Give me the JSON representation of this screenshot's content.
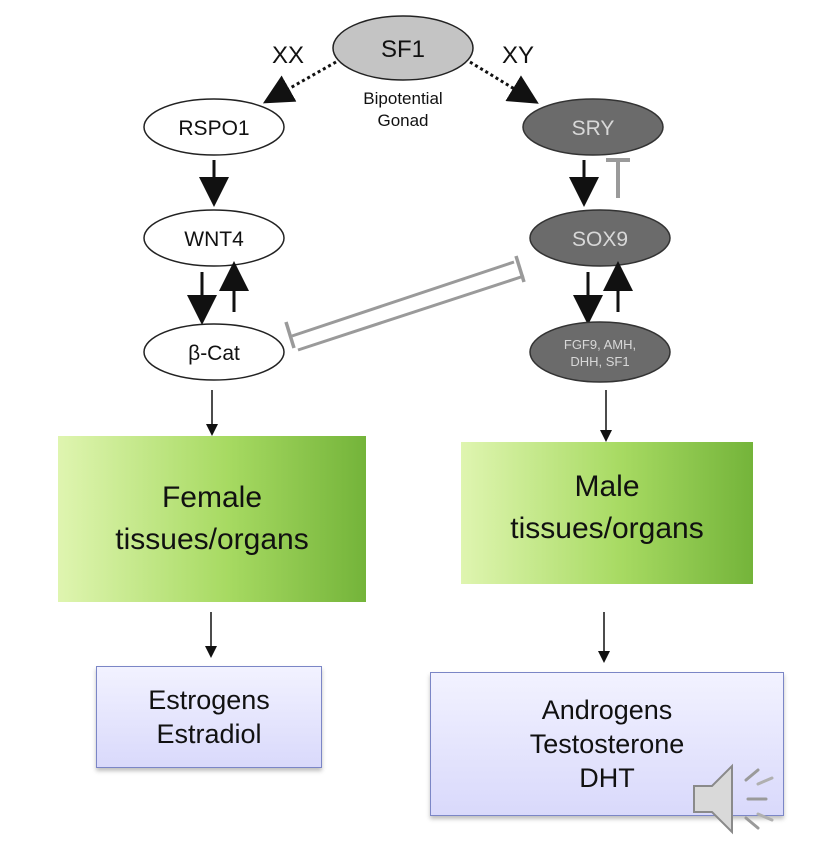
{
  "nodes": {
    "sf1": "SF1",
    "bipotential_line1": "Bipotential",
    "bipotential_line2": "Gonad",
    "xx": "XX",
    "xy": "XY",
    "rspo1": "RSPO1",
    "sry": "SRY",
    "wnt4": "WNT4",
    "sox9": "SOX9",
    "bcat": "β-Cat",
    "fgf_line1": "FGF9, AMH,",
    "fgf_line2": "DHH, SF1"
  },
  "outcomes": {
    "female_line1": "Female",
    "female_line2": "tissues/organs",
    "male_line1": "Male",
    "male_line2": "tissues/organs"
  },
  "hormones": {
    "female_line1": "Estrogens",
    "female_line2": "Estradiol",
    "male_line1": "Androgens",
    "male_line2": "Testosterone",
    "male_line3": "DHT"
  },
  "icons": {
    "audio": "speaker-icon"
  },
  "colors": {
    "sf1_fill": "#c4c4c4",
    "male_node_fill": "#6b6b6b",
    "inhibit_gray": "#9a9a9a",
    "green_light": "#dff5b0",
    "green_dark": "#74b43a",
    "hormone_fill": "#dcdcfb",
    "hormone_border": "#7b86c6"
  }
}
